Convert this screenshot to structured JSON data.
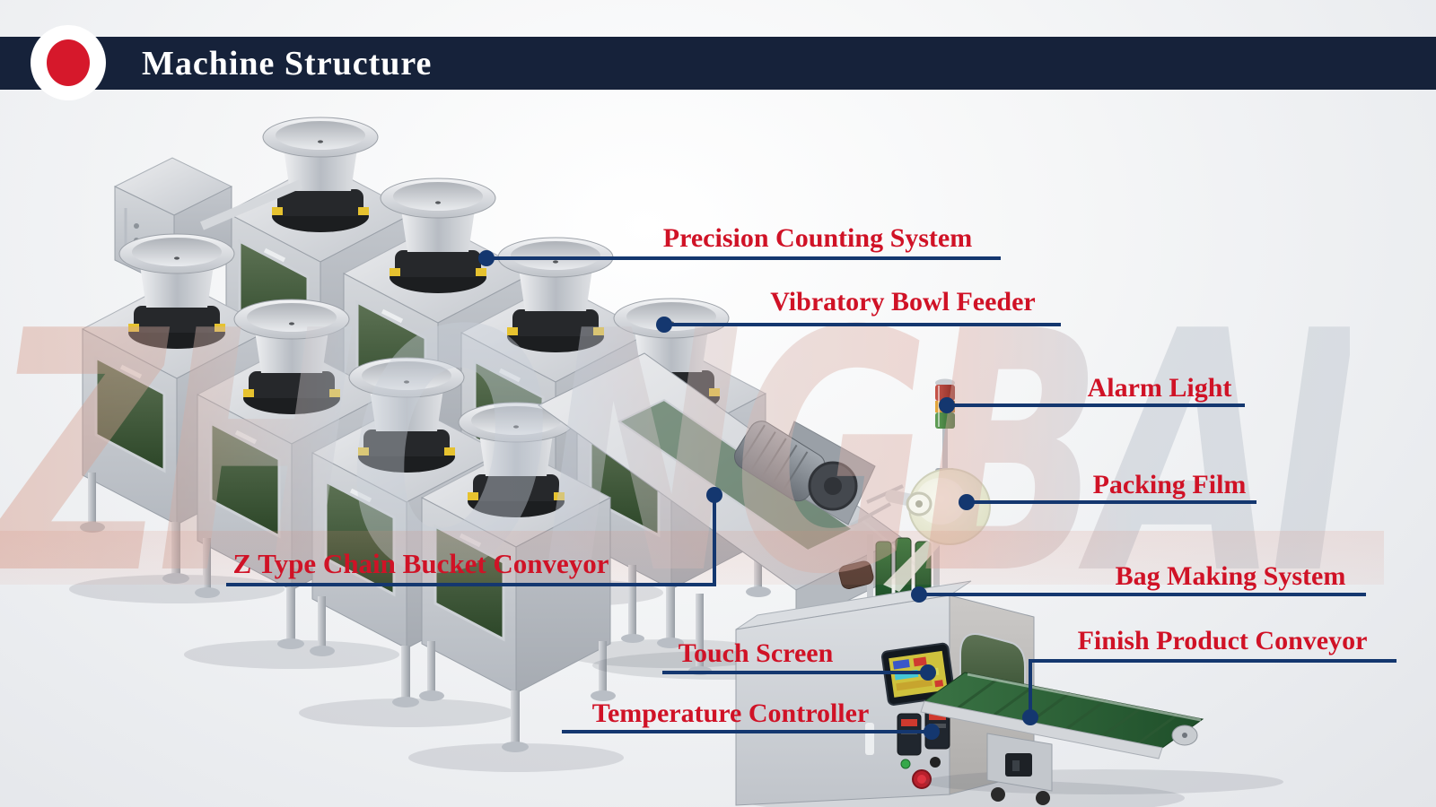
{
  "header": {
    "title": "Machine Structure"
  },
  "watermark": {
    "text": "ZHONGBAI"
  },
  "labels": [
    {
      "id": "precision-counting-system",
      "text": "Precision Counting System"
    },
    {
      "id": "vibratory-bowl-feeder",
      "text": "Vibratory Bowl Feeder"
    },
    {
      "id": "alarm-light",
      "text": "Alarm Light"
    },
    {
      "id": "packing-film",
      "text": "Packing Film"
    },
    {
      "id": "bag-making-system",
      "text": "Bag Making System"
    },
    {
      "id": "finish-product-conveyor",
      "text": "Finish Product Conveyor"
    },
    {
      "id": "touch-screen",
      "text": "Touch Screen"
    },
    {
      "id": "temperature-controller",
      "text": "Temperature Controller"
    },
    {
      "id": "z-type-chain-bucket-conveyor",
      "text": "Z Type Chain Bucket Conveyor"
    }
  ],
  "colors": {
    "label_text": "#d01226",
    "leader": "#14376f",
    "header_bar": "#16223a",
    "logo_red": "#d6182b",
    "machine_steel": "#c9ccd1",
    "window_green": "#3a5a34",
    "belt_green": "#2e5f35",
    "film_roll": "#e9ead2",
    "alarm_red": "#a63c34",
    "alarm_amber": "#cd8b33",
    "alarm_green": "#4b7d46"
  }
}
